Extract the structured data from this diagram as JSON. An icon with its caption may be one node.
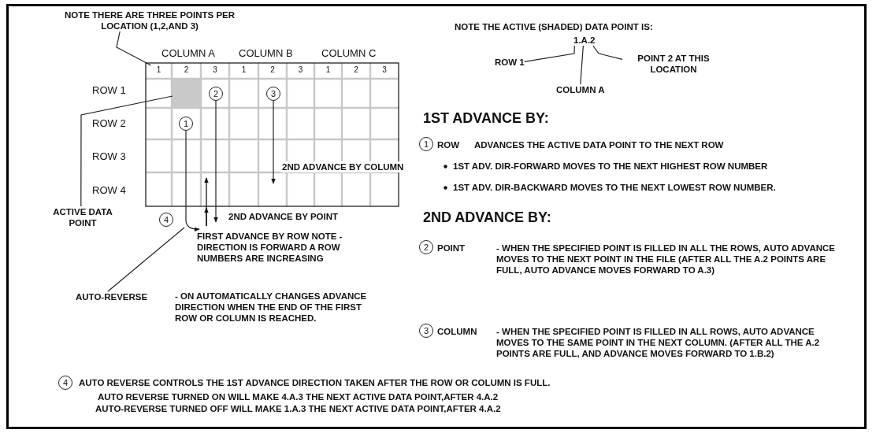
{
  "diagram": {
    "nodes": [
      {
        "text": [
          "NOTE THERE ARE THREE POINTS PER LOCATION (1,2,AND 3)"
        ]
      },
      {
        "text": [
          "1"
        ]
      },
      {
        "text": [
          "2"
        ]
      },
      {
        "text": [
          "3"
        ]
      },
      {
        "text": [
          "1"
        ]
      },
      {
        "text": [
          "2"
        ]
      },
      {
        "text": [
          "3"
        ]
      },
      {
        "text": [
          "1"
        ]
      },
      {
        "text": [
          "2"
        ]
      },
      {
        "text": [
          "3"
        ]
      },
      {
        "text": [],
        "shape": "box"
      },
      {
        "text": [
          "2"
        ]
      },
      {
        "text": [
          "3"
        ]
      },
      {
        "text": [
          "1"
        ]
      },
      {
        "text": [
          "4"
        ]
      },
      {
        "text": [
          "ACTIVE DATA POINT"
        ]
      },
      {
        "text": [
          "AUTO-REVERSE"
        ]
      },
      {
        "text": [
          "1.A.2"
        ]
      },
      {
        "text": [
          "ROW 1"
        ]
      },
      {
        "text": [
          "POINT 2 AT THIS LOCATION"
        ]
      },
      {
        "text": [
          "COLUMN A"
        ]
      },
      {
        "text": [
          "1"
        ],
        "beside": [
          "ROW"
        ]
      },
      {
        "text": [
          "2"
        ],
        "beside": [
          "POINT"
        ]
      },
      {
        "text": [
          "3"
        ],
        "beside": [
          "COLUMN"
        ]
      },
      {
        "text": [
          "4"
        ]
      }
    ],
    "edges": [
      {
        "from": 0,
        "to": 1,
        "arrow": "none"
      },
      {
        "from": 15,
        "to": 10,
        "arrow": "none"
      },
      {
        "from": 16,
        "to": null,
        "arrow": "none"
      },
      {
        "from": 13,
        "to": null,
        "arrow": "to",
        "label": "FIRST ADVANCE BY ROW NOTE - DIRECTION IS FORWARD A ROW NUMBERS ARE INCREASING"
      },
      {
        "from": 11,
        "to": null,
        "arrow": "to",
        "label": "2ND ADVANCE BY POINT"
      },
      {
        "from": 12,
        "to": null,
        "arrow": "to",
        "label": "2ND ADVANCE BY COLUMN"
      },
      {
        "from": 18,
        "to": 17,
        "arrow": "none"
      },
      {
        "from": 19,
        "to": 17,
        "arrow": "none"
      },
      {
        "from": 20,
        "to": 17,
        "arrow": "none"
      }
    ],
    "labels": [
      "COLUMN A",
      "COLUMN B",
      "COLUMN C",
      "ROW 1",
      "ROW 2",
      "ROW 3",
      "ROW 4",
      "- ON AUTOMATICALLY CHANGES ADVANCE DIRECTION WHEN THE END OF THE FIRST ROW OR COLUMN IS REACHED.",
      "NOTE THE ACTIVE (SHADED) DATA POINT IS:",
      "1ST ADVANCE BY:",
      "ADVANCES THE ACTIVE DATA POINT TO THE NEXT ROW",
      "1ST ADV. DIR-FORWARD MOVES TO THE NEXT HIGHEST ROW NUMBER",
      "1ST ADV. DIR-BACKWARD MOVES TO THE NEXT LOWEST ROW NUMBER.",
      "2ND ADVANCE BY:",
      "- WHEN THE SPECIFIED POINT IS FILLED IN ALL THE ROWS, AUTO ADVANCE MOVES TO THE NEXT POINT IN THE FILE (AFTER ALL THE A.2 POINTS ARE FULL, AUTO ADVANCE MOVES FORWARD TO A.3)",
      "- WHEN THE SPECIFIED POINT IS FILLED IN ALL ROWS, AUTO ADVANCE MOVES TO THE SAME POINT IN THE NEXT COLUMN. (AFTER ALL THE A.2 POINTS ARE FULL, AND ADVANCE MOVES FORWARD TO 1.B.2)",
      "AUTO REVERSE CONTROLS THE 1ST ADVANCE DIRECTION TAKEN AFTER THE ROW OR COLUMN IS FULL.",
      "AUTO REVERSE TURNED ON WILL MAKE 4.A.3 THE NEXT ACTIVE DATA POINT,AFTER 4.A.2",
      "AUTO-REVERSE TURNED OFF WILL MAKE 1.A.3 THE NEXT ACTIVE DATA POINT,AFTER 4.A.2"
    ]
  }
}
